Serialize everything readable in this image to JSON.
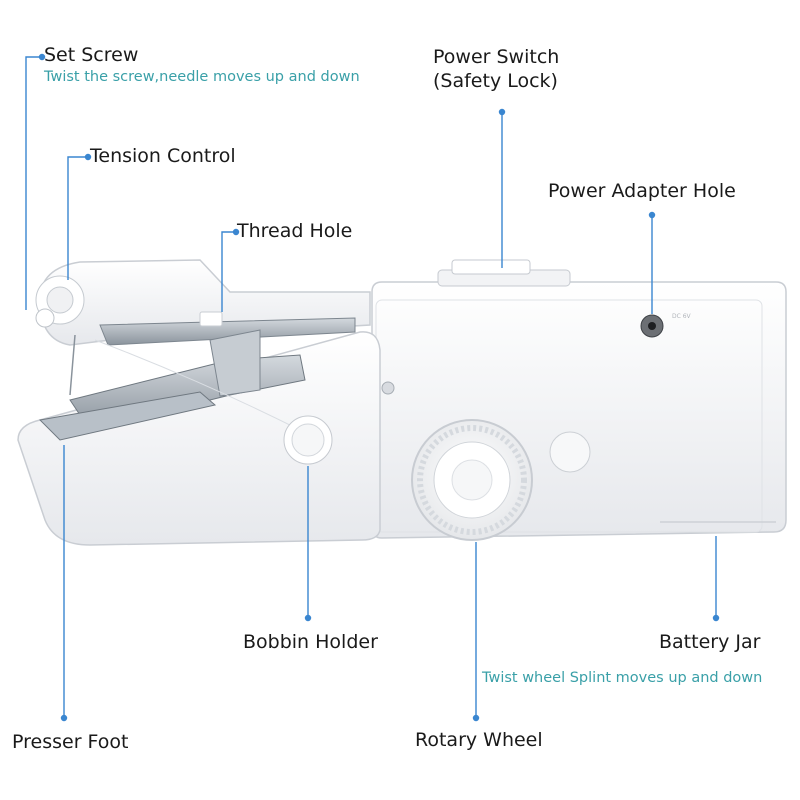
{
  "labels": {
    "set_screw": "Set Screw",
    "set_screw_note": "Twist the screw,needle moves up and down",
    "tension_control": "Tension Control",
    "thread_hole": "Thread Hole",
    "power_switch_line1": "Power Switch",
    "power_switch_line2": "(Safety Lock)",
    "power_adapter_hole": "Power Adapter Hole",
    "bobbin_holder": "Bobbin Holder",
    "battery_jar": "Battery Jar",
    "battery_note": "Twist wheel Splint moves up and down",
    "presser_foot": "Presser Foot",
    "rotary_wheel": "Rotary Wheel"
  },
  "colors": {
    "leader_line": "#3a86d0",
    "note_text": "#3aa0a8",
    "label_text": "#1a1a1a",
    "device_body": "#f4f5f7",
    "metal": "#9aa3ad"
  }
}
